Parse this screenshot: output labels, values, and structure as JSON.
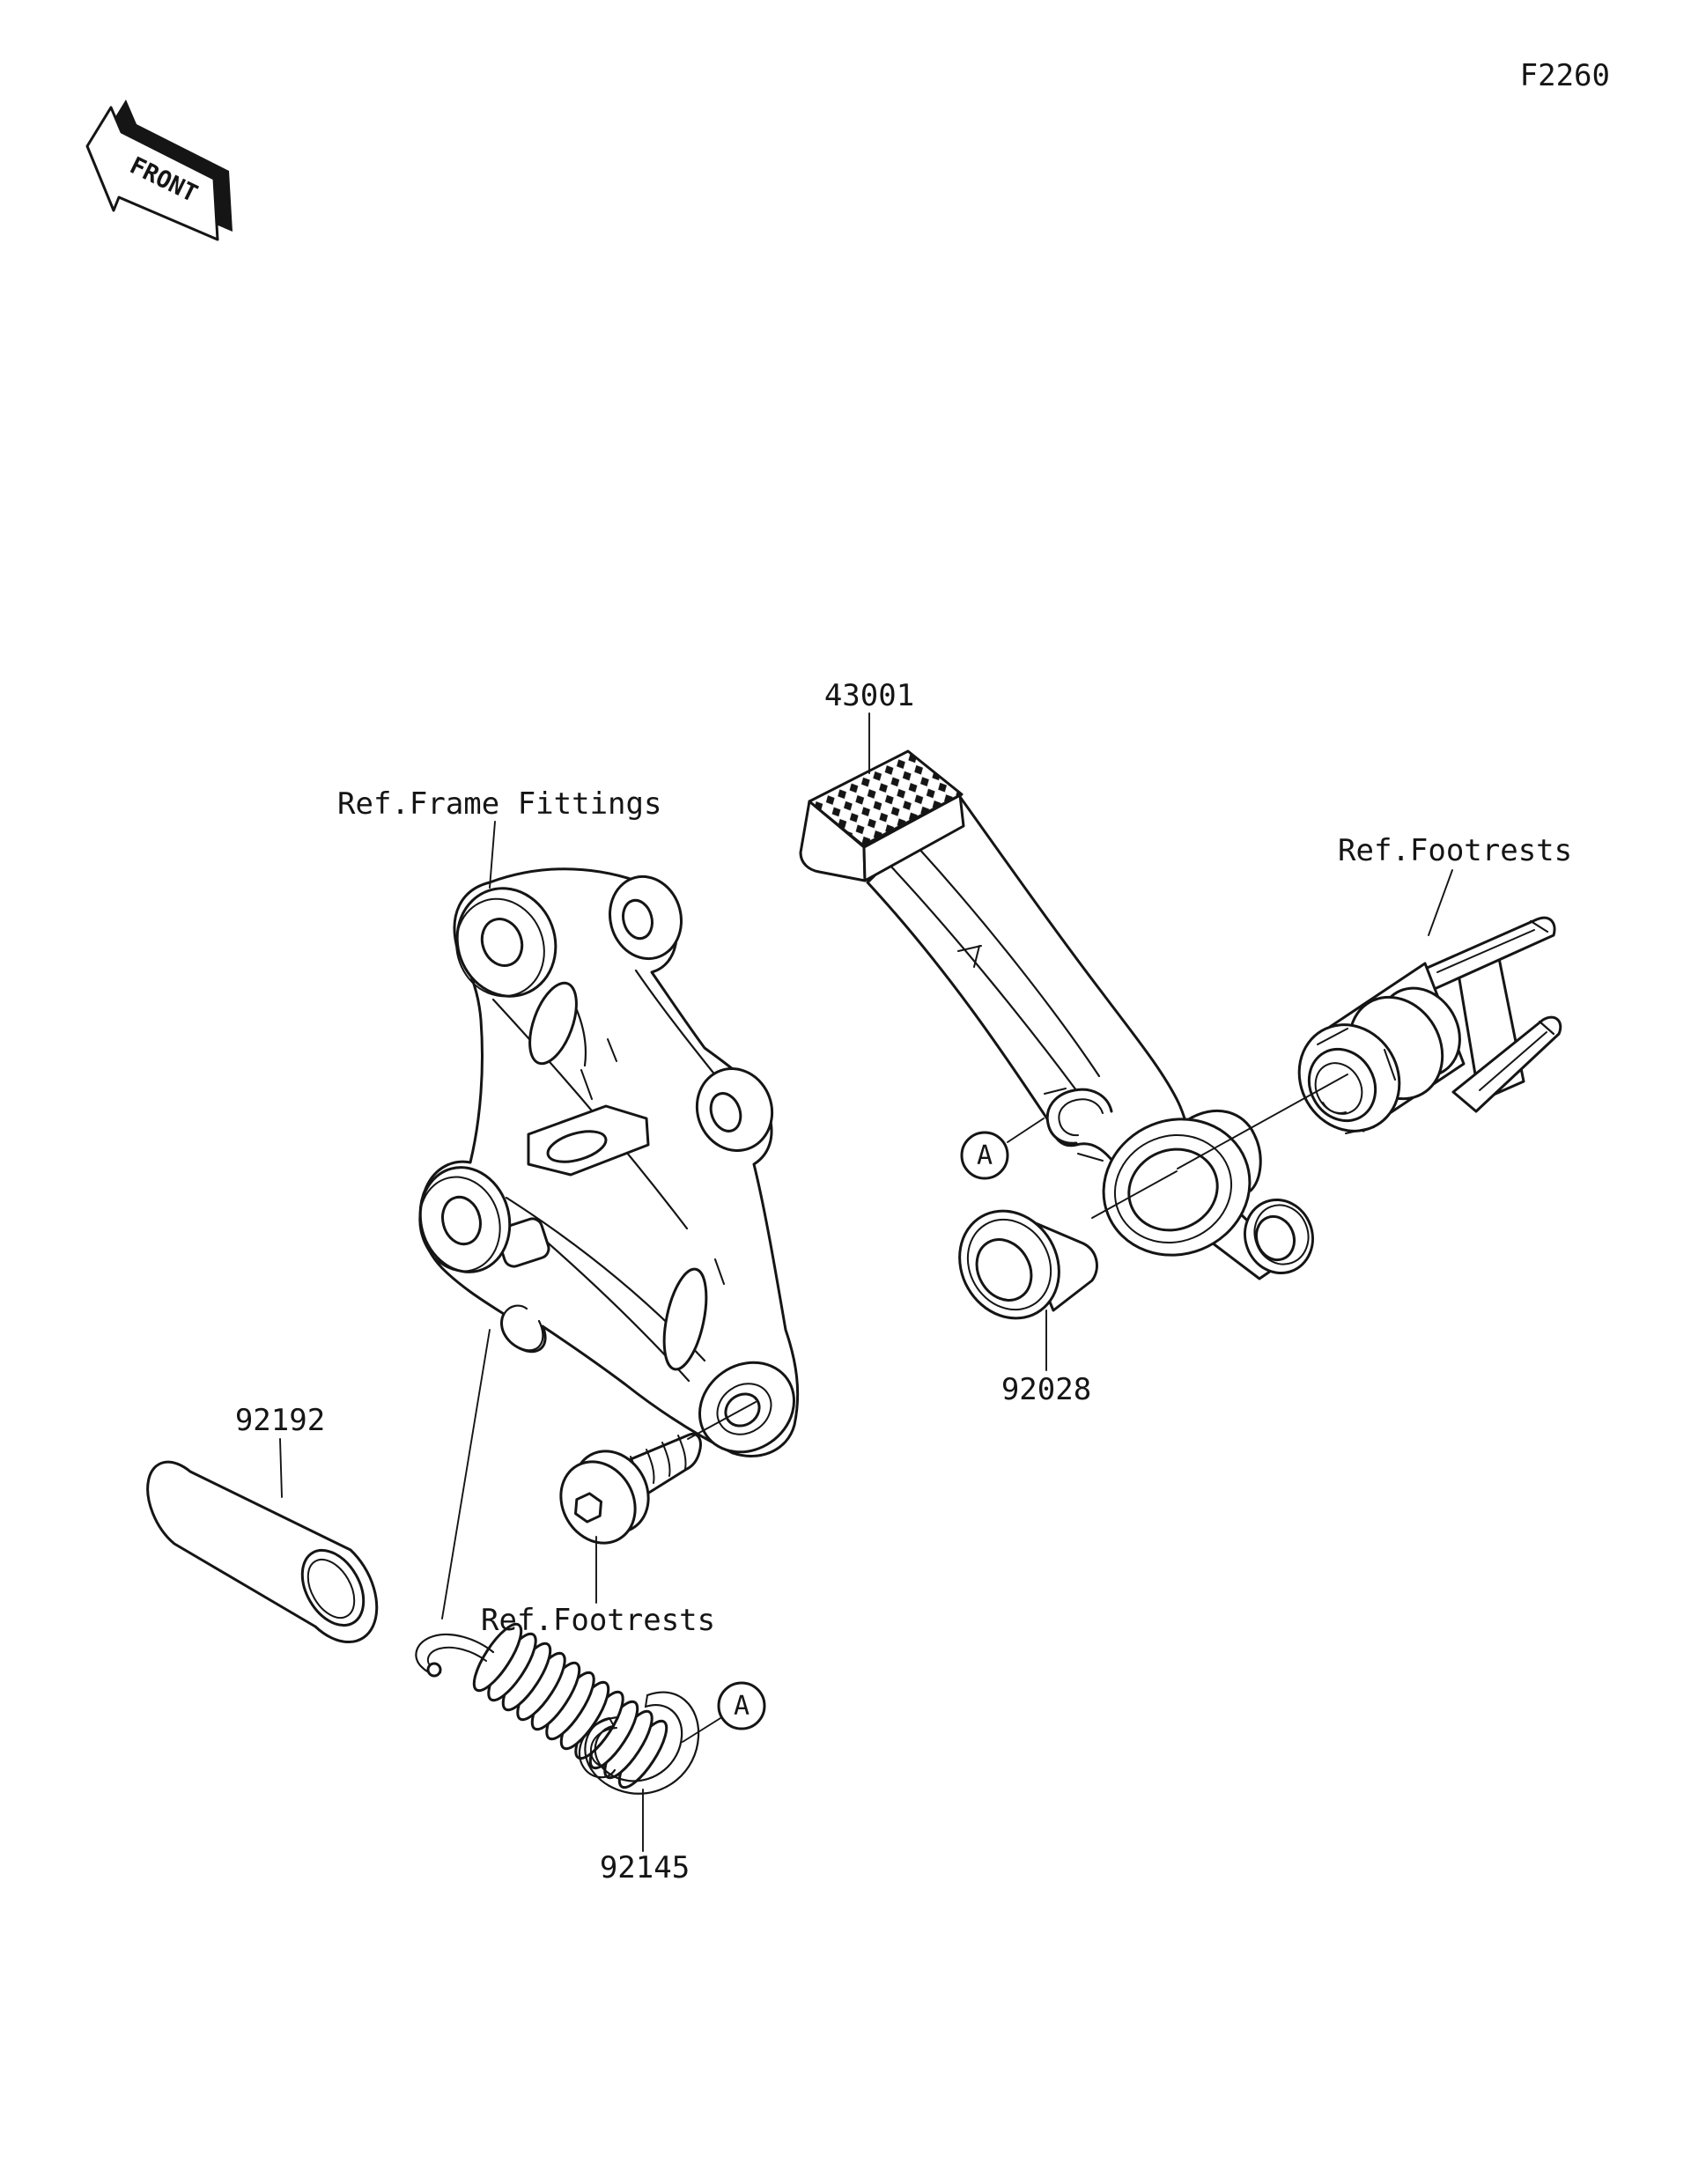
{
  "figure": {
    "code": "F2260",
    "front_label": "FRONT"
  },
  "parts": {
    "brake_pedal": {
      "number": "43001"
    },
    "bushing": {
      "number": "92028"
    },
    "collar": {
      "number": "92192"
    },
    "spring": {
      "number": "92145"
    }
  },
  "references": {
    "frame_fittings": "Ref.Frame Fittings",
    "footrests_right": "Ref.Footrests",
    "footrests_bottom": "Ref.Footrests"
  },
  "callouts": {
    "detail_a": "A"
  },
  "style": {
    "line_color": "#151515",
    "background": "#ffffff"
  }
}
